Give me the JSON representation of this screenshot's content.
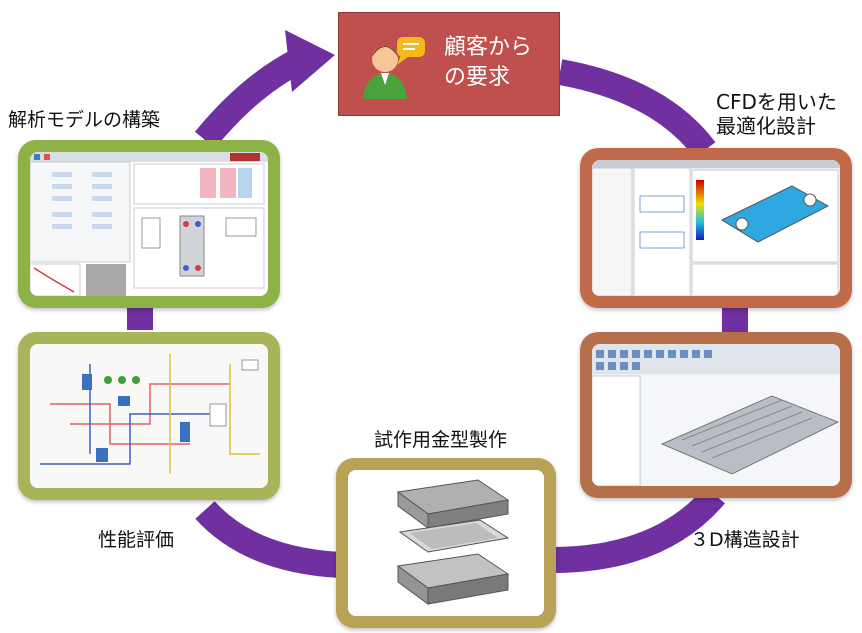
{
  "nodes": {
    "request": {
      "line1": "顧客から",
      "line2": "の要求"
    },
    "cfd": {
      "line1": "CFDを用いた",
      "line2": "最適化設計"
    },
    "design3d": {
      "label": "３D構造設計"
    },
    "mold": {
      "label": "試作用金型製作"
    },
    "evaluation": {
      "label": "性能評価"
    },
    "modeling": {
      "label": "解析モデルの構築"
    }
  },
  "colors": {
    "cycle_arrow": "#7030a0",
    "request_box": "#c0504d",
    "modeling_frame": "#8db347",
    "evaluation_frame": "#a8b35a",
    "mold_frame": "#b8a257",
    "design3d_frame": "#b5704a",
    "cfd_frame": "#c06a4a"
  },
  "icons": [
    "person-speech-icon",
    "software-screenshot-icon",
    "cfd-simulation-icon",
    "cad-model-icon",
    "plate-part-icon",
    "process-diagram-icon"
  ]
}
